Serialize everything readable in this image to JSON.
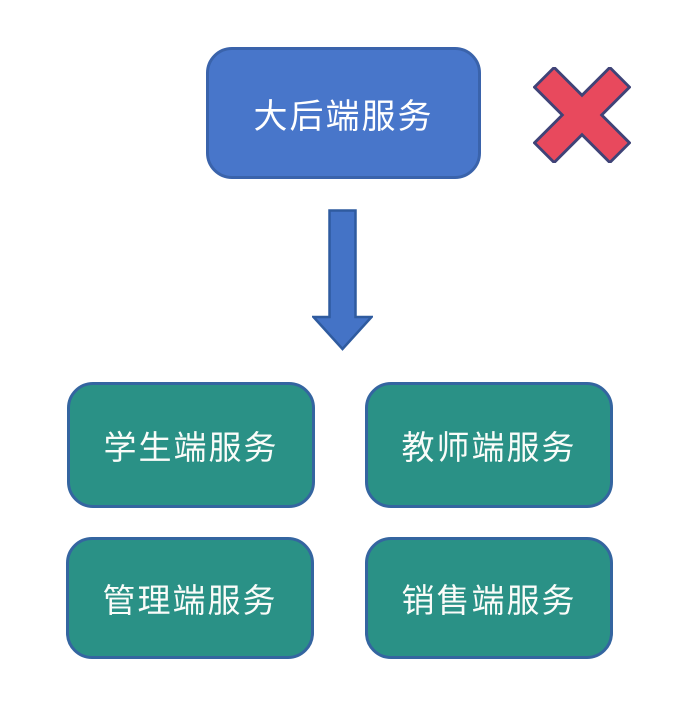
{
  "diagram": {
    "background_color": "#FFFFFF",
    "root": {
      "label": "大后端服务",
      "fill": "#4876CA",
      "border_color": "#3A63AB",
      "text_color": "#FFFFFF"
    },
    "x_mark": {
      "icon": "x-mark",
      "fill": "#E8495D",
      "border_color": "#3F4377"
    },
    "arrow": {
      "icon": "down-arrow",
      "direction": "down",
      "fill": "#4473C6",
      "border_color": "#2F5B9F"
    },
    "children": [
      {
        "label": "学生端服务"
      },
      {
        "label": "教师端服务"
      },
      {
        "label": "管理端服务"
      },
      {
        "label": "销售端服务"
      }
    ],
    "child_style": {
      "fill": "#2A9186",
      "border_color": "#3465A0",
      "text_color": "#FAFCF9"
    }
  }
}
